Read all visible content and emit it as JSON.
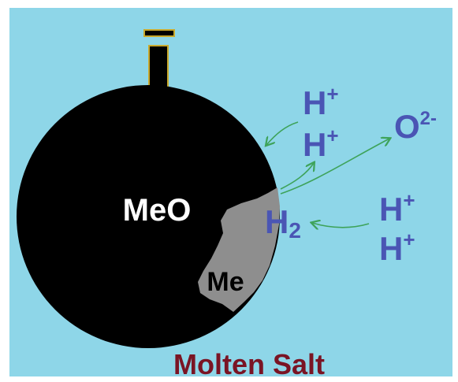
{
  "colors": {
    "background": "#8ed6e8",
    "particle": "#000000",
    "metal": "#8e8e8e",
    "ion_text": "#4a55b4",
    "arrow": "#3ea35a",
    "salt_label": "#7a1424",
    "lead_outline": "#c9a92c"
  },
  "labels": {
    "oxide": "MeO",
    "metal": "Me",
    "salt": "Molten Salt",
    "proton_top_1": {
      "base": "H",
      "sup": "+"
    },
    "proton_top_2": {
      "base": "H",
      "sup": "+"
    },
    "proton_right_1": {
      "base": "H",
      "sup": "+"
    },
    "proton_right_2": {
      "base": "H",
      "sup": "+"
    },
    "oxide_ion": {
      "base": "O",
      "sup": "2-"
    },
    "hydrogen": {
      "base": "H",
      "sub": "2"
    }
  },
  "icons": {
    "lead": "electrical-lead-icon"
  }
}
